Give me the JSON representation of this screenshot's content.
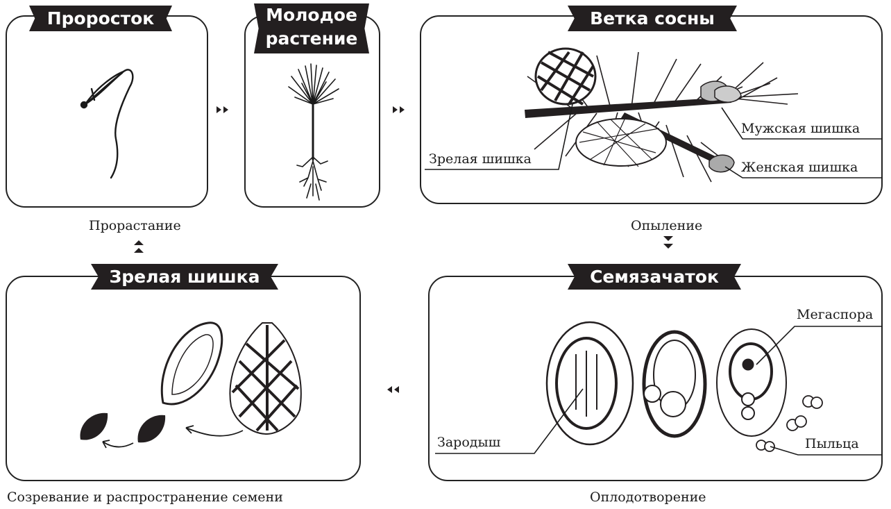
{
  "stages": {
    "sprout": "Проросток",
    "young_line1": "Молодое",
    "young_line2": "растение",
    "branch": "Ветка сосны",
    "ovule": "Семязачаток",
    "mature_cone": "Зрелая шишка"
  },
  "processes": {
    "germination": "Прорастание",
    "pollination": "Опыление",
    "fertilization": "Оплодотворение",
    "ripening": "Созревание и распространение семени"
  },
  "labels": {
    "male_cone": "Мужская шишка",
    "female_cone": "Женская шишка",
    "mature_cone": "Зрелая шишка",
    "megaspore": "Мегаспора",
    "embryo": "Зародыш",
    "pollen": "Пыльца"
  },
  "colors": {
    "ink": "#231f20",
    "border": "#222222"
  }
}
